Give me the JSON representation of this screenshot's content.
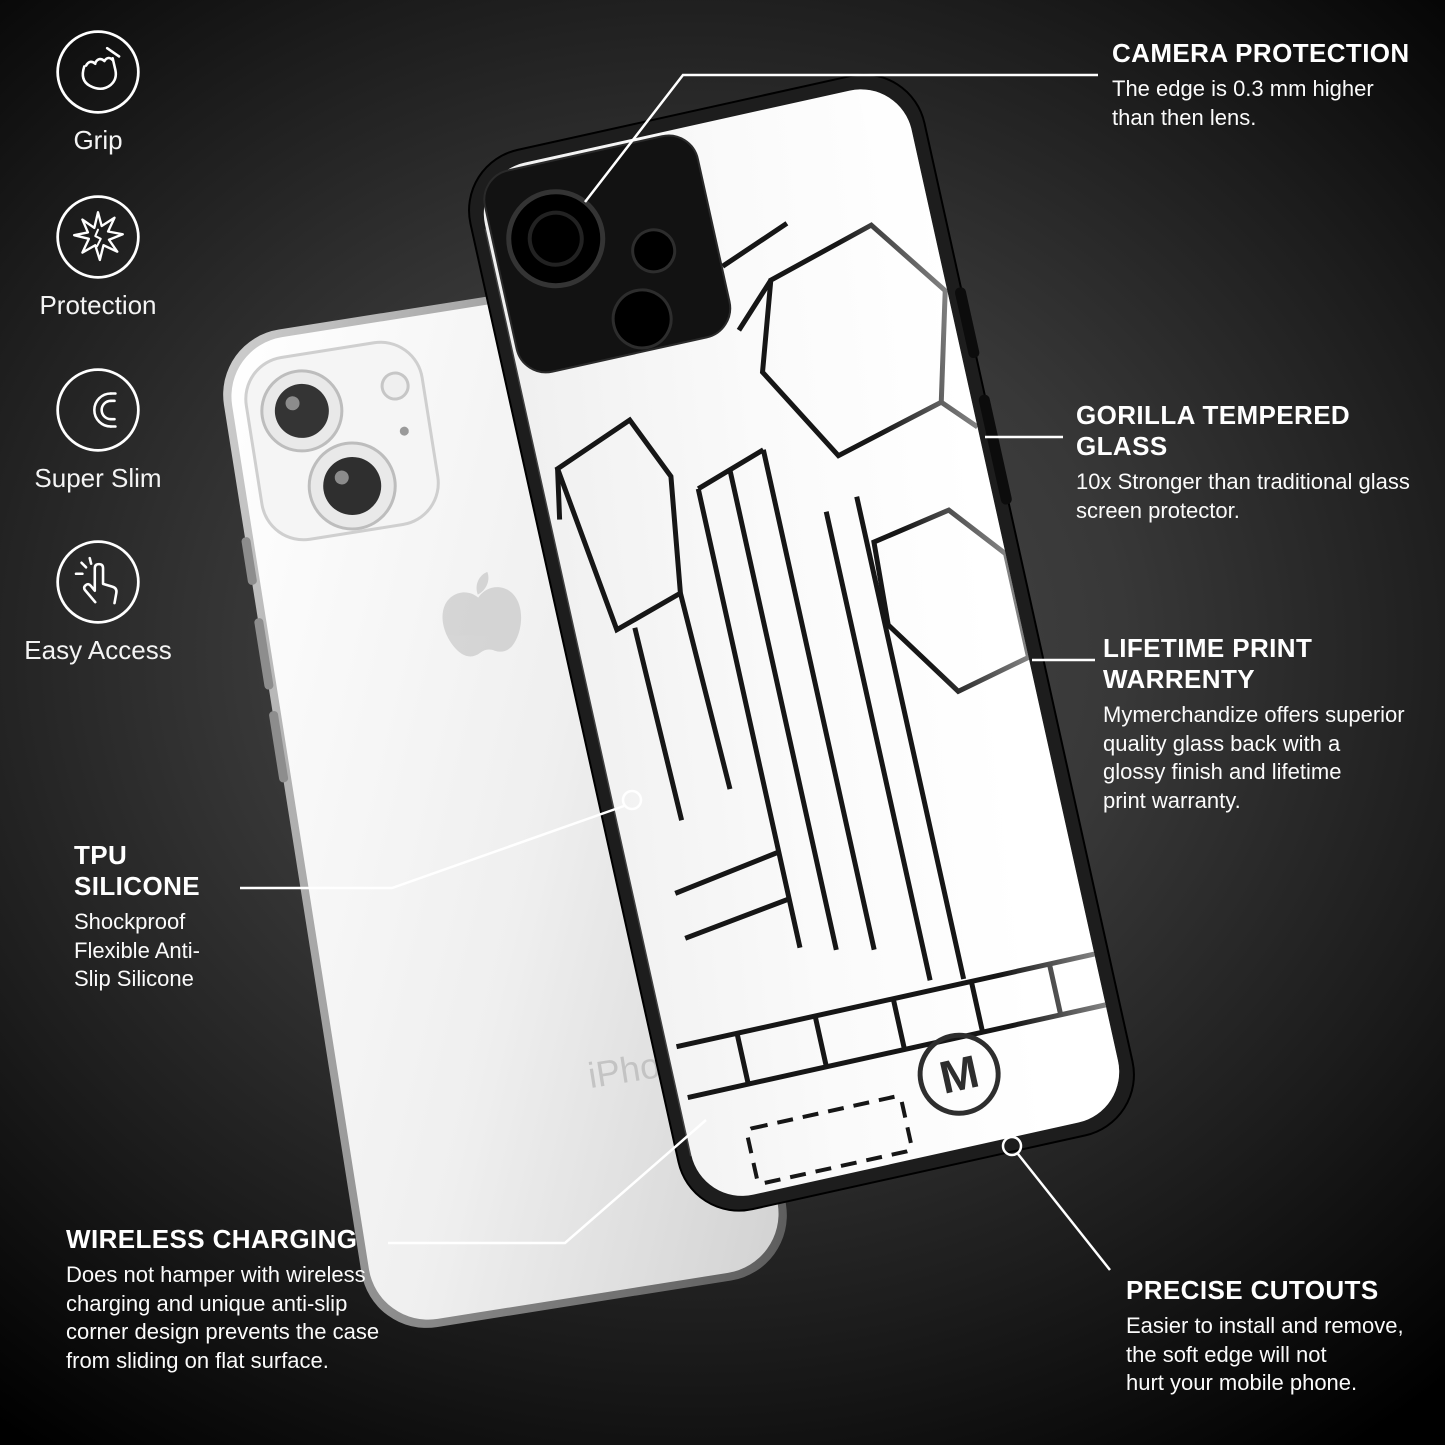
{
  "colors": {
    "background_center": "#4a4a4a",
    "background_edge": "#000000",
    "text": "#ffffff",
    "callout_line": "#ffffff",
    "case_frame": "#1e1e1e",
    "glass_back": "#f7f7f7",
    "pattern_line": "#161616"
  },
  "side_features": {
    "grip": {
      "label": "Grip"
    },
    "protection": {
      "label": "Protection"
    },
    "super_slim": {
      "label": "Super Slim"
    },
    "easy_access": {
      "label": "Easy Access"
    }
  },
  "callouts": {
    "camera": {
      "title": "CAMERA PROTECTION",
      "body": "The edge is 0.3 mm higher\nthan then lens."
    },
    "glass": {
      "title": "GORILLA TEMPERED GLASS",
      "body": "10x Stronger than traditional glass\nscreen protector."
    },
    "warranty": {
      "title": "LIFETIME PRINT WARRENTY",
      "body": "Mymerchandize offers superior\nquality glass back with a\nglossy finish and lifetime\nprint warranty."
    },
    "tpu": {
      "title": "TPU SILICONE",
      "body": "Shockproof\nFlexible Anti-\nSlip Silicone"
    },
    "wireless": {
      "title": "WIRELESS CHARGING",
      "body": "Does not hamper with wireless\ncharging and unique anti-slip\ncorner design prevents the case\nfrom sliding on flat surface."
    },
    "cutouts": {
      "title": "PRECISE CUTOUTS",
      "body": "Easier to install and remove,\nthe soft edge will not\nhurt your mobile phone."
    }
  },
  "phone": {
    "brand": "iPhone"
  },
  "case_logo": {
    "letter": "M"
  }
}
